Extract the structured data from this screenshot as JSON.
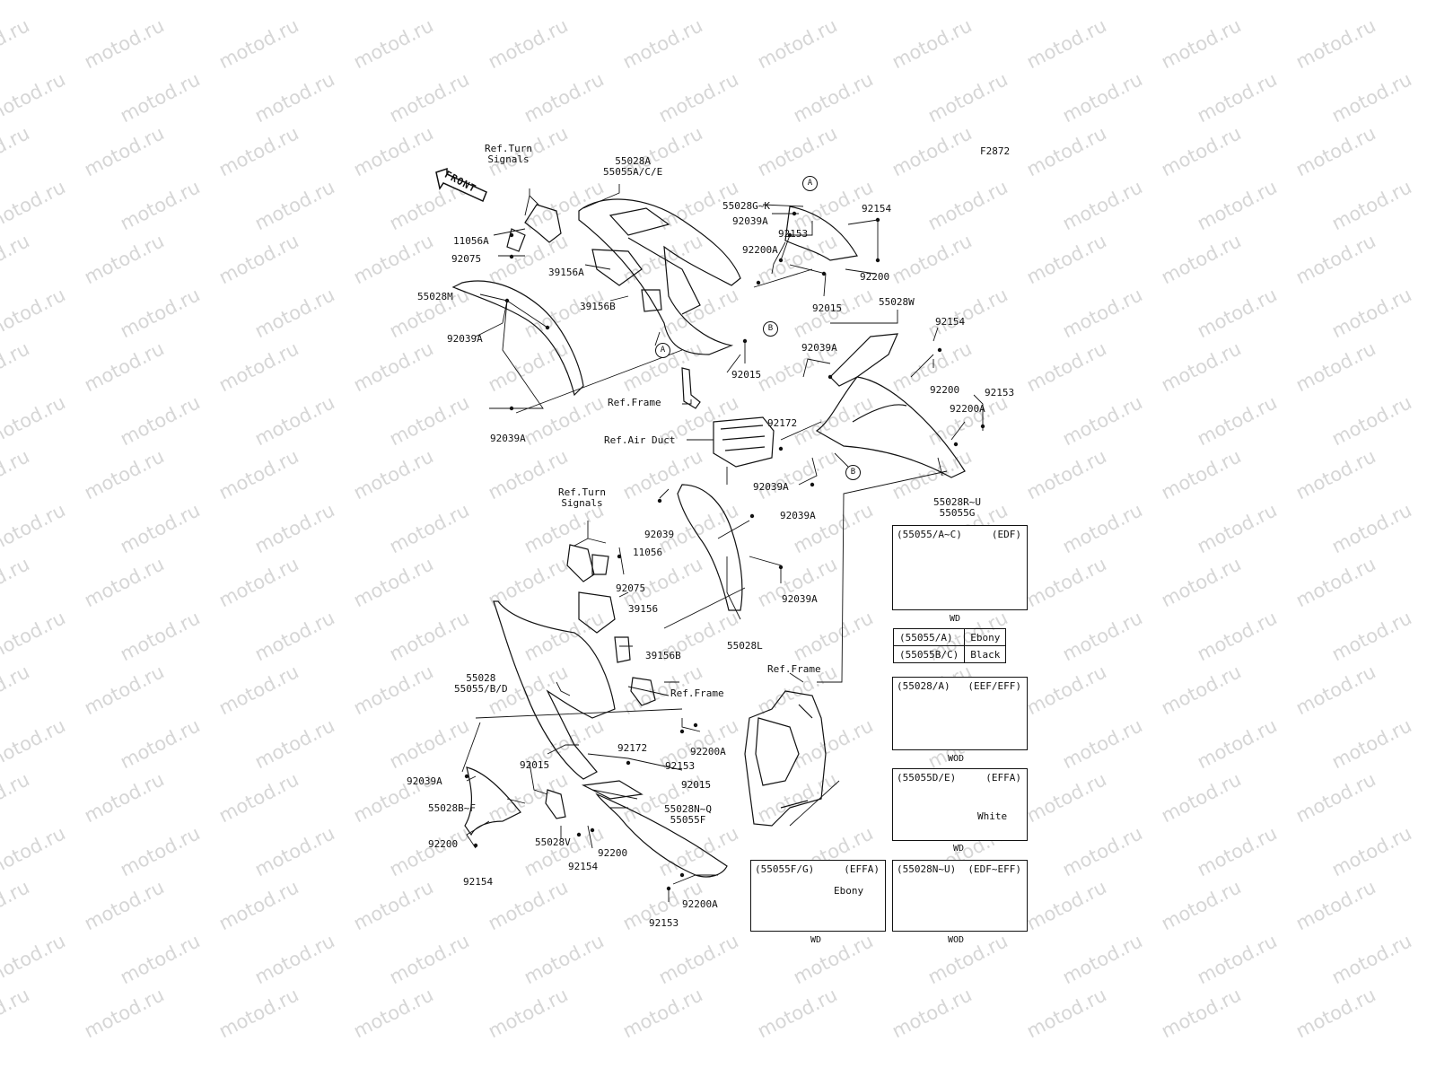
{
  "code": "F2872",
  "front_label": "FRONT",
  "watermark": "motod.ru",
  "markers": {
    "a": "A",
    "b": "B"
  },
  "labels": {
    "ref_turn_signals_1": "Ref.Turn\nSignals",
    "p55028A": "55028A\n55055A/C/E",
    "p55028GK": "55028G~K",
    "p92039A_top": "92039A",
    "p92154_top": "92154",
    "p92153_top": "92153",
    "p92200A_top": "92200A",
    "p92200_top": "92200",
    "p92015_top": "92015",
    "p11056A": "11056A",
    "p92075_top": "92075",
    "p39156A": "39156A",
    "p39156B_top": "39156B",
    "p55028M": "55028M",
    "p92039A_left": "92039A",
    "p92039A_bottom_left": "92039A",
    "p92015_mid": "92015",
    "ref_frame_1": "Ref.Frame",
    "p55028W": "55028W",
    "p92154_r": "92154",
    "p92039A_r": "92039A",
    "p92200_r": "92200",
    "p92153_r": "92153",
    "p92200A_r": "92200A",
    "p92172_r": "92172",
    "ref_air_duct": "Ref.Air Duct",
    "p92039A_r2": "92039A",
    "p55028RU": "55028R~U\n55055G",
    "ref_turn_signals_2": "Ref.Turn\nSignals",
    "p92039": "92039",
    "p92039A_m": "92039A",
    "p11056": "11056",
    "p92075_m": "92075",
    "p92039A_m2": "92039A",
    "p39156": "39156",
    "p55028L": "55028L",
    "p39156B_m": "39156B",
    "p55028": "55028\n55055/B/D",
    "ref_frame_2": "Ref.Frame",
    "ref_frame_3": "Ref.Frame",
    "p92200A_low": "92200A",
    "p92153_low": "92153",
    "p92172_low": "92172",
    "p92015_low1": "92015",
    "p92015_low2": "92015",
    "p92039A_low": "92039A",
    "p55028BF": "55028B~F",
    "p55028NQ": "55028N~Q\n55055F",
    "p55028V": "55028V",
    "p92200_low1": "92200",
    "p92200_low2": "92200",
    "p92154_low1": "92154",
    "p92154_low2": "92154",
    "p92200A_bot": "92200A",
    "p92153_bot": "92153"
  },
  "insets": [
    {
      "id": "edf",
      "title": "(55055/A~C)",
      "variant": "(EDF)",
      "caption": "WD",
      "note": ""
    },
    {
      "id": "eef",
      "title": "(55028/A)",
      "variant": "(EEF/EFF)",
      "caption": "WOD",
      "note": ""
    },
    {
      "id": "effa",
      "title": "(55055D/E)",
      "variant": "(EFFA)",
      "caption": "WD",
      "note": "White"
    },
    {
      "id": "effa2",
      "title": "(55055F/G)",
      "variant": "(EFFA)",
      "caption": "WD",
      "note": "Ebony"
    },
    {
      "id": "edfeff",
      "title": "(55028N~U)",
      "variant": "(EDF~EFF)",
      "caption": "WOD",
      "note": ""
    }
  ],
  "color_table": [
    {
      "part": "(55055/A)",
      "color": "Ebony"
    },
    {
      "part": "(55055B/C)",
      "color": "Black"
    }
  ]
}
